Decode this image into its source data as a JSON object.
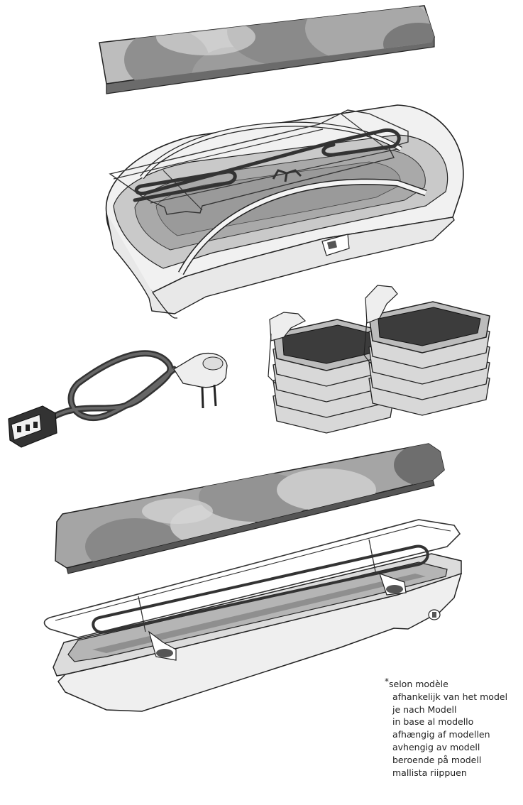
{
  "footnote": {
    "marker": "*",
    "lines": [
      "selon modèle",
      "afhankelijk van het model",
      "je nach Modell",
      "in base al modello",
      "afhængig af modellen",
      "avhengig av modell",
      "beroende på modell",
      "mallista riippuen"
    ]
  }
}
